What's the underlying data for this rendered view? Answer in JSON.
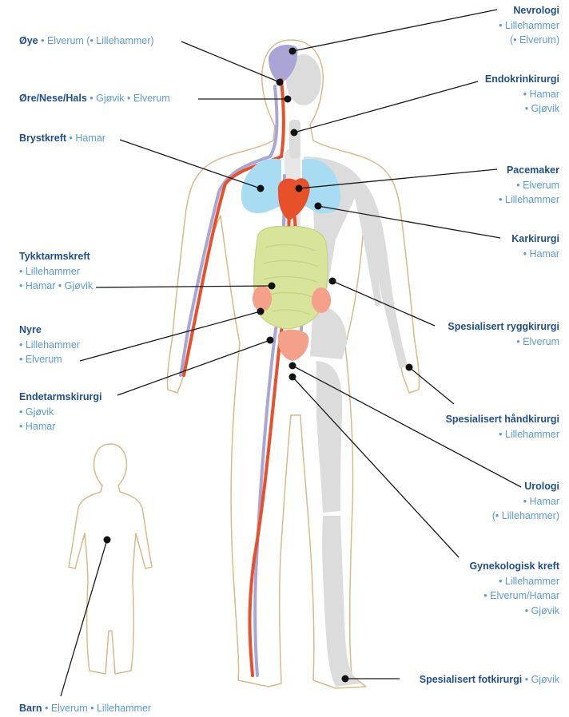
{
  "colors": {
    "title": "#1f4e8c",
    "location": "#5b9bd5",
    "outline": "#d8b98a",
    "skeleton": "#dcdcdc",
    "artery": "#e8502a",
    "vein": "#a9a6d6",
    "lung": "#a8dcf2",
    "intestine": "#d8e49a",
    "kidney": "#f4a08a"
  },
  "labels": [
    {
      "id": "oye",
      "title": "Øye",
      "lines": [
        "• Elverum (• Lillehammer)"
      ],
      "inline": true
    },
    {
      "id": "ore",
      "title": "Øre/Nese/Hals",
      "lines": [
        "• Gjøvik • Elverum"
      ],
      "inline": true
    },
    {
      "id": "bryst",
      "title": "Brystkreft",
      "lines": [
        "• Hamar"
      ],
      "inline": true
    },
    {
      "id": "tykk",
      "title": "Tykktarmskreft",
      "lines": [
        "• Lillehammer",
        "• Hamar • Gjøvik"
      ],
      "inline": false
    },
    {
      "id": "nyre",
      "title": "Nyre",
      "lines": [
        "• Lillehammer",
        "• Elverum"
      ],
      "inline": false
    },
    {
      "id": "ende",
      "title": "Endetarmskirurgi",
      "lines": [
        "• Gjøvik",
        "• Hamar"
      ],
      "inline": false
    },
    {
      "id": "barn",
      "title": "Barn",
      "lines": [
        "• Elverum • Lillehammer"
      ],
      "inline": true
    },
    {
      "id": "nevro",
      "title": "Nevrologi",
      "lines": [
        "• Lillehammer",
        "(• Elverum)"
      ],
      "inline": false
    },
    {
      "id": "endo",
      "title": "Endokrinkirurgi",
      "lines": [
        "• Hamar",
        "• Gjøvik"
      ],
      "inline": false
    },
    {
      "id": "pace",
      "title": "Pacemaker",
      "lines": [
        "• Elverum",
        "• Lillehammer"
      ],
      "inline": false
    },
    {
      "id": "kar",
      "title": "Karkirurgi",
      "lines": [
        "• Hamar"
      ],
      "inline": false
    },
    {
      "id": "rygg",
      "title": "Spesialisert ryggkirurgi",
      "lines": [
        "• Elverum"
      ],
      "inline": false
    },
    {
      "id": "hand",
      "title": "Spesialisert håndkirurgi",
      "lines": [
        "• Lillehammer"
      ],
      "inline": false
    },
    {
      "id": "uro",
      "title": "Urologi",
      "lines": [
        "• Hamar",
        "(• Lillehammer)"
      ],
      "inline": false
    },
    {
      "id": "gyn",
      "title": "Gynekologisk kreft",
      "lines": [
        "• Lillehammer",
        "• Elverum/Hamar",
        "• Gjøvik"
      ],
      "inline": false
    },
    {
      "id": "fot",
      "title": "Spesialisert fotkirurgi",
      "lines": [
        "• Gjøvik"
      ],
      "inline": true
    }
  ]
}
